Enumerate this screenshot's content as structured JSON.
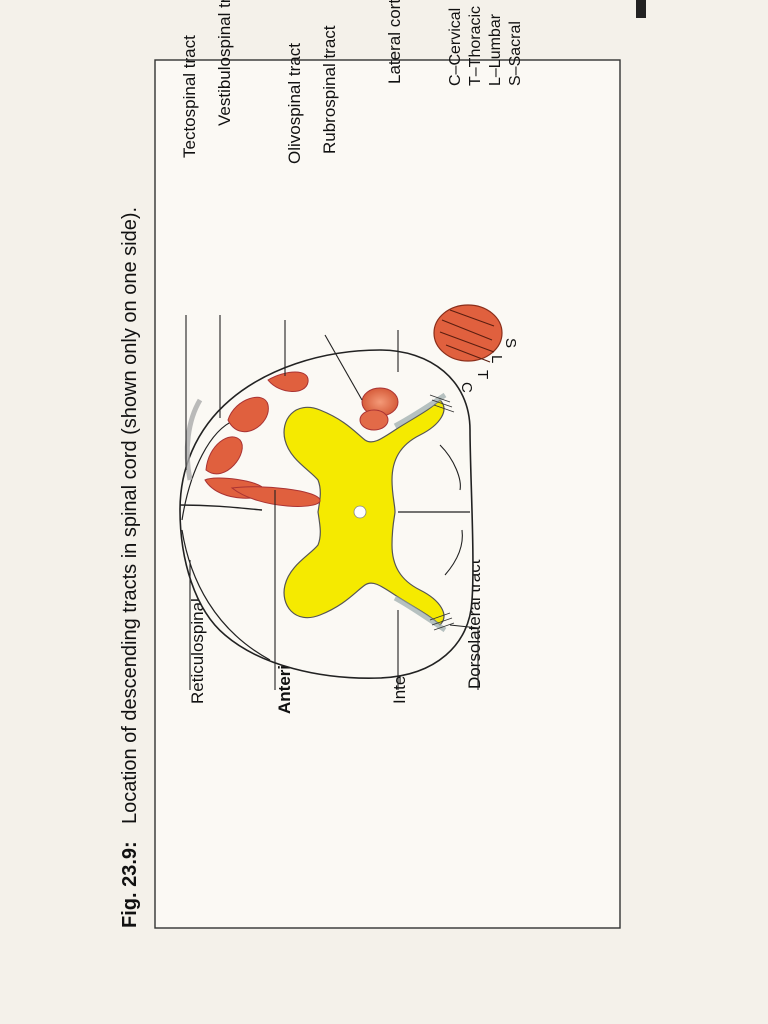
{
  "figure": {
    "number": "Fig. 23.9:",
    "caption": "Location of descending tracts in spinal cord (shown only on one side)."
  },
  "legend": {
    "sacral": "S–Sacral",
    "lumbar": "L–Lumbar",
    "thoracic": "T–Thoracic",
    "cervical": "C–Cervical"
  },
  "segment_letters": [
    "S",
    "L",
    "T",
    "C"
  ],
  "labels_left": {
    "lateral_corticospinal": "Lateral corticospinal tract",
    "rubrospinal": "Rubrospinal tract",
    "olivospinal": "Olivospinal tract",
    "vestibulospinal": "Vestibulospinal tract",
    "tectospinal": "Tectospinal tract"
  },
  "labels_right": {
    "dorsolateral": "Dorsolateral tract",
    "intersegmental": "Intersegmental tract",
    "anterior_corticospinal": "Anterior corticospinal",
    "reticulospinal": "Reticulospinal"
  },
  "colors": {
    "grey_matter": "#f5ea00",
    "tract_fill": "#e07050",
    "tract_dark": "#c84a2a",
    "page": "#f4f1ea"
  }
}
